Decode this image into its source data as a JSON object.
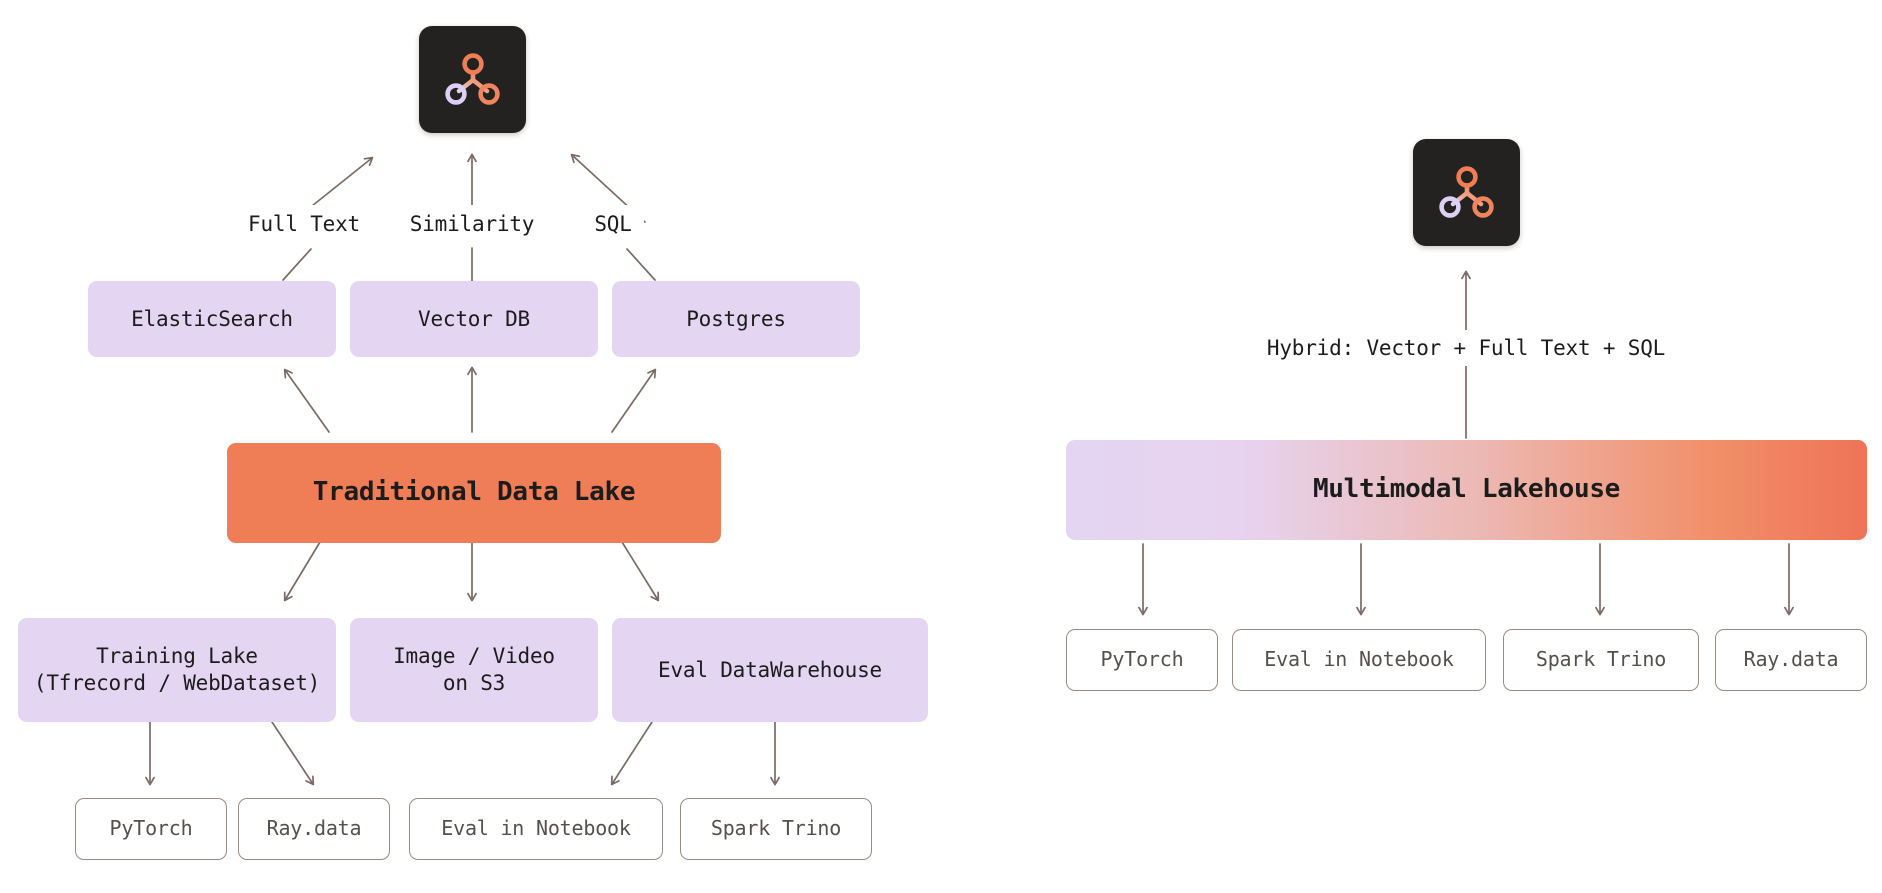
{
  "diagram": {
    "title": "Traditional Data Lake vs Multimodal Lakehouse",
    "background_color": "#ffffff",
    "colors": {
      "lavender": "#e4d5f2",
      "orange": "#ef7d56",
      "edge": "#7a6b64",
      "outline_border": "#9b8b85",
      "outline_text": "#55504e",
      "logo_tile": "#242220",
      "logo_ring_top": "#ef7d56",
      "logo_ring_left": "#ddd0f2",
      "logo_ring_right": "#f0845c",
      "text": "#1c1c1c"
    },
    "icons": {
      "logo": "graph-nodes-logo",
      "arrow": "arrow-icon"
    }
  },
  "left_panel": {
    "name": "traditional-data-lake-panel",
    "logo_alt": "graph-nodes-logo",
    "hero": {
      "label": "Traditional Data Lake"
    },
    "query_labels": [
      {
        "label": "Full Text"
      },
      {
        "label": "Similarity"
      },
      {
        "label": "SQL"
      }
    ],
    "query_engines": [
      {
        "label": "ElasticSearch"
      },
      {
        "label": "Vector DB"
      },
      {
        "label": "Postgres"
      }
    ],
    "storage_layers": [
      {
        "label": "Training Lake\n(Tfrecord / WebDataset)"
      },
      {
        "label": "Image / Video\non S3"
      },
      {
        "label": "Eval DataWarehouse"
      }
    ],
    "consumers": [
      {
        "label": "PyTorch"
      },
      {
        "label": "Ray.data"
      },
      {
        "label": "Eval in Notebook"
      },
      {
        "label": "Spark Trino"
      }
    ]
  },
  "right_panel": {
    "name": "multimodal-lakehouse-panel",
    "logo_alt": "graph-nodes-logo",
    "hero": {
      "label": "Multimodal Lakehouse"
    },
    "query_label": {
      "label": "Hybrid: Vector + Full Text + SQL"
    },
    "consumers": [
      {
        "label": "PyTorch"
      },
      {
        "label": "Eval in Notebook"
      },
      {
        "label": "Spark Trino"
      },
      {
        "label": "Ray.data"
      }
    ]
  }
}
